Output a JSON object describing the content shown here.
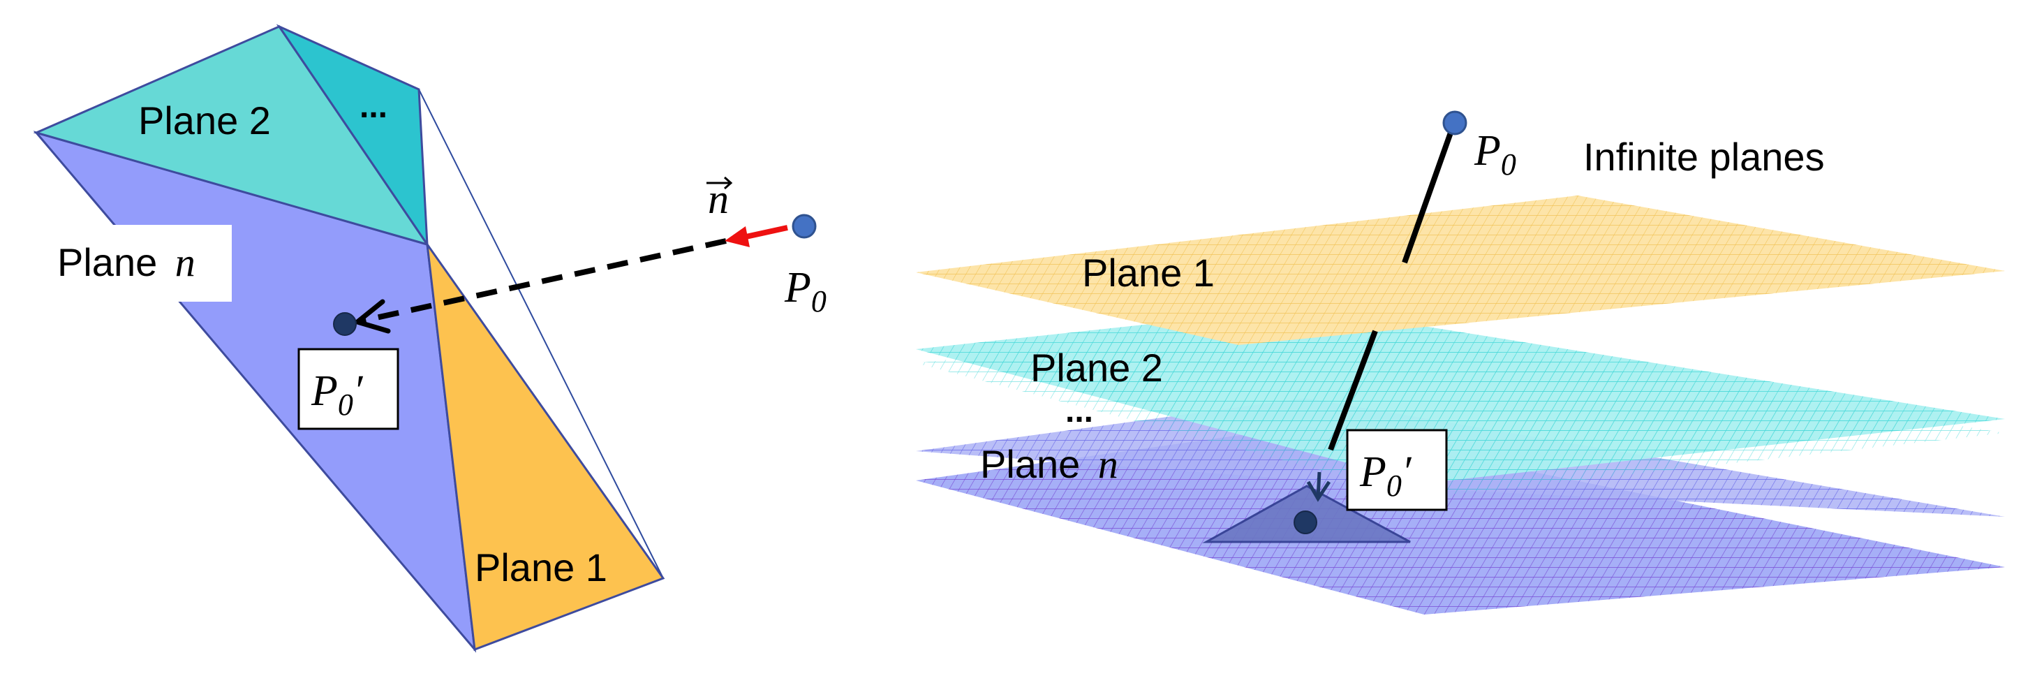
{
  "left_panel": {
    "plane_1_label": "Plane 1",
    "plane_2_label": "Plane 2",
    "plane_n_label_prefix": "Plane",
    "plane_n_label_var": "n",
    "ellipsis": "...",
    "normal_vector_label": "n",
    "point_label": "P",
    "point_label_sub": "0",
    "projection_label": "P",
    "projection_label_sub": "0",
    "projection_label_prime": "′"
  },
  "right_panel": {
    "title": "Infinite planes",
    "plane_1_label": "Plane 1",
    "plane_2_label": "Plane 2",
    "plane_n_label_prefix": "Plane",
    "plane_n_label_var": "n",
    "ellipsis": "...",
    "point_label": "P",
    "point_label_sub": "0",
    "projection_label": "P",
    "projection_label_sub": "0",
    "projection_label_prime": "′"
  },
  "colors": {
    "plane_1": "#fdc24f",
    "plane_2": "#66d9d6",
    "plane_2_dark": "#2cc4cf",
    "plane_n": "#939cfb",
    "point": "#4472c4",
    "normal_arrow": "#ee1111",
    "edge": "#3e4b9e"
  }
}
